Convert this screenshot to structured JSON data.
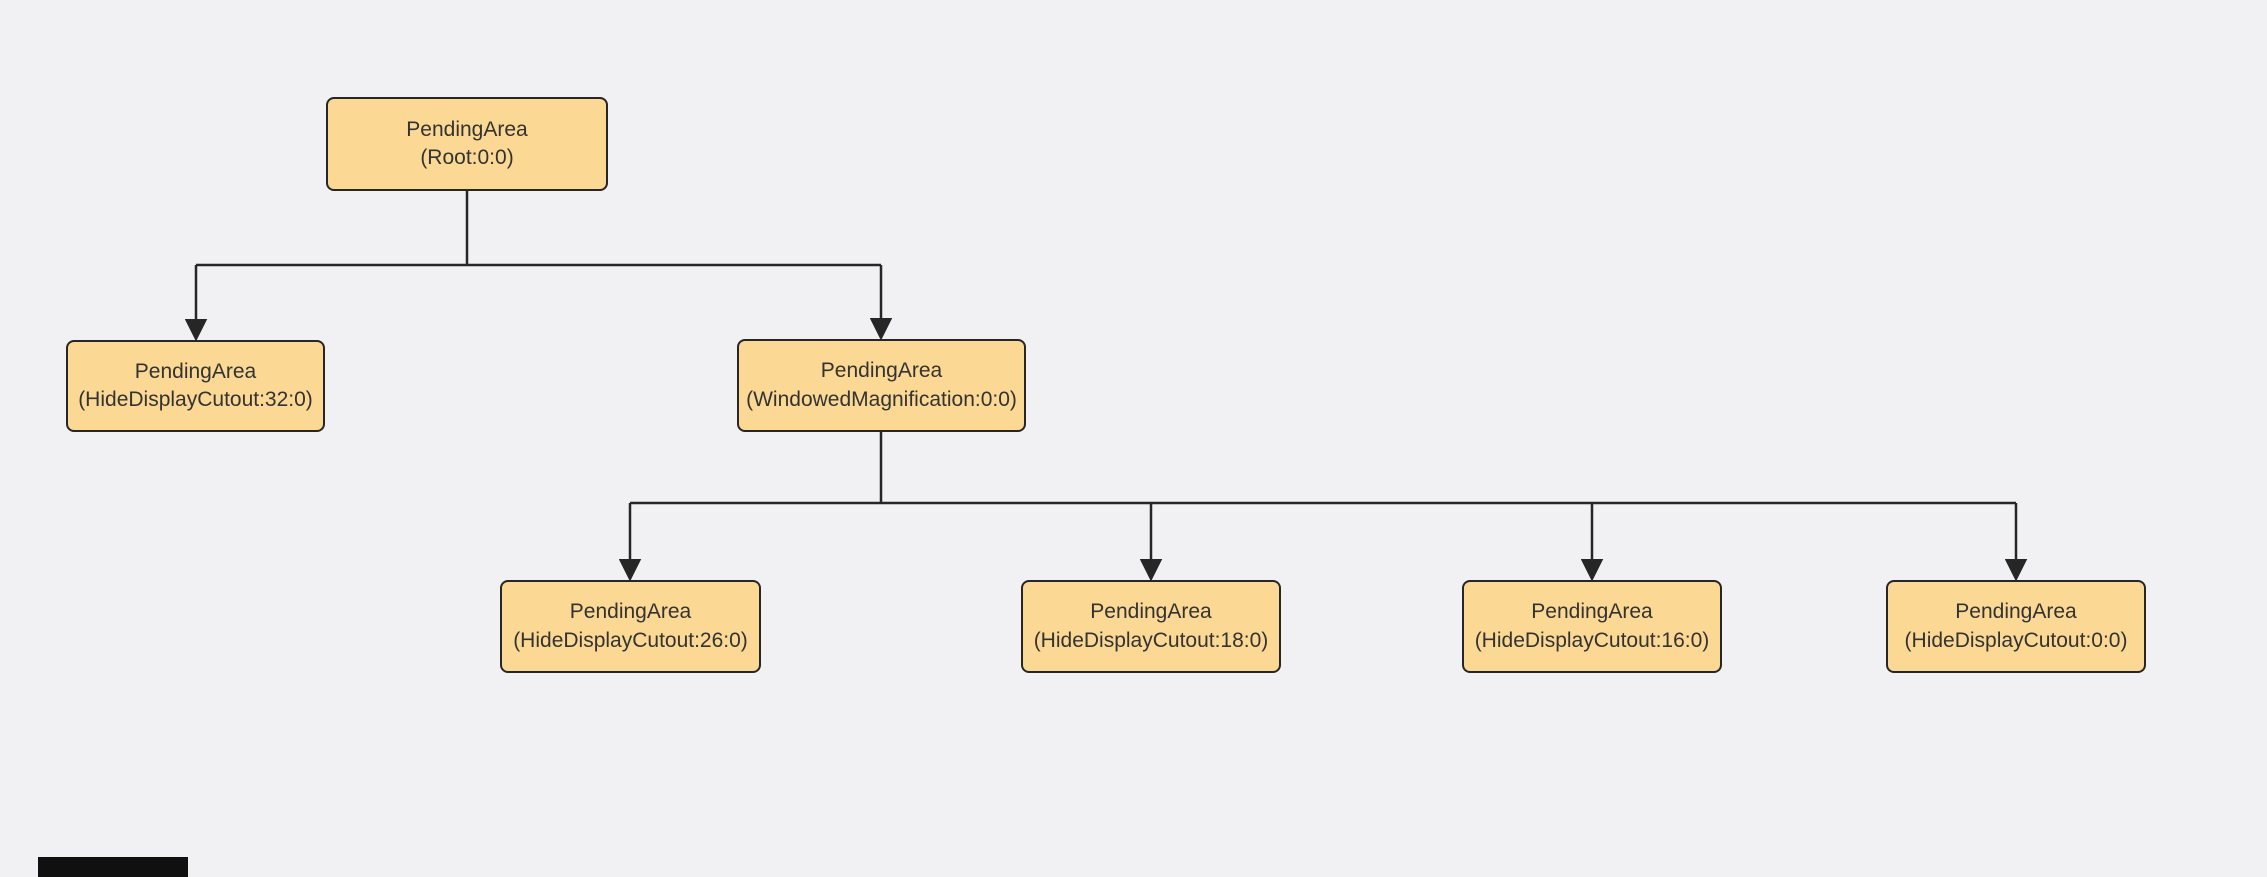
{
  "diagram": {
    "background_color": "#f1f1f3",
    "node_fill_color": "#fbd893",
    "node_border_color": "#262626",
    "connector_color": "#262626",
    "nodes": [
      {
        "title": "PendingArea",
        "subtitle": "(Root:0:0)"
      },
      {
        "title": "PendingArea",
        "subtitle": "(HideDisplayCutout:32:0)"
      },
      {
        "title": "PendingArea",
        "subtitle": "(WindowedMagnification:0:0)"
      },
      {
        "title": "PendingArea",
        "subtitle": "(HideDisplayCutout:26:0)"
      },
      {
        "title": "PendingArea",
        "subtitle": "(HideDisplayCutout:18:0)"
      },
      {
        "title": "PendingArea",
        "subtitle": "(HideDisplayCutout:16:0)"
      },
      {
        "title": "PendingArea",
        "subtitle": "(HideDisplayCutout:0:0)"
      }
    ]
  }
}
